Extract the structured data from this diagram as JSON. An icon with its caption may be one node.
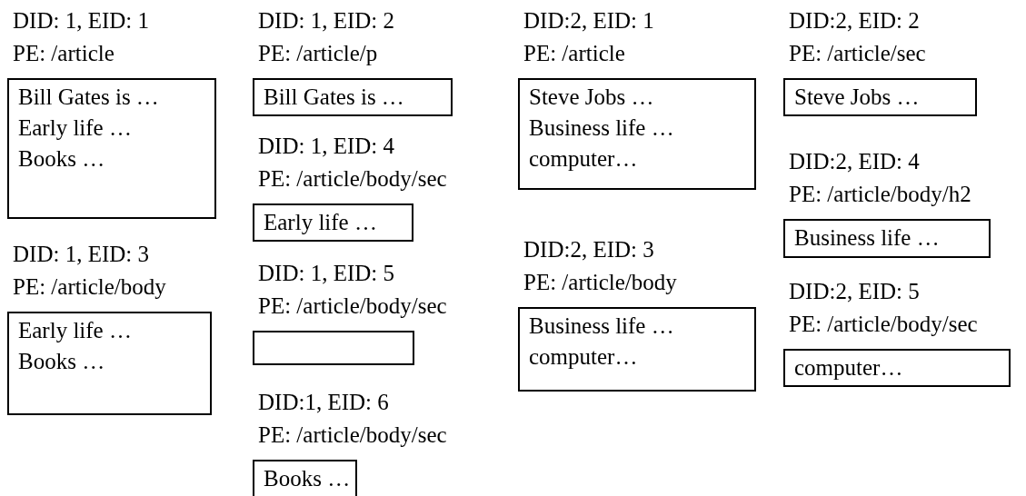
{
  "diagram": {
    "nodes": [
      {
        "text": [
          "DID: 1, EID: 1",
          "PE: /article",
          "Bill Gates is …",
          "Early life …",
          "Books …"
        ]
      },
      {
        "text": [
          "DID: 1, EID: 3",
          "PE: /article/body",
          "Early life …",
          "Books …"
        ]
      },
      {
        "text": [
          "DID: 1, EID: 2",
          "PE: /article/p",
          "Bill Gates is …"
        ]
      },
      {
        "text": [
          "DID: 1, EID: 4",
          "PE: /article/body/sec",
          "Early life …"
        ]
      },
      {
        "text": [
          "DID: 1, EID: 5",
          "PE: /article/body/sec"
        ]
      },
      {
        "text": [
          "DID:1, EID: 6",
          "PE: /article/body/sec",
          "Books …"
        ]
      },
      {
        "text": [
          "DID:2, EID: 1",
          "PE: /article",
          "Steve Jobs …",
          "Business life …",
          "computer…"
        ]
      },
      {
        "text": [
          "DID:2, EID: 3",
          "PE: /article/body",
          "Business life …",
          "computer…"
        ]
      },
      {
        "text": [
          "DID:2, EID: 2",
          "PE: /article/sec",
          "Steve Jobs …"
        ]
      },
      {
        "text": [
          "DID:2, EID: 4",
          "PE: /article/body/h2",
          "Business life …"
        ]
      },
      {
        "text": [
          "DID:2, EID: 5",
          "PE: /article/body/sec",
          "computer…"
        ]
      }
    ]
  }
}
